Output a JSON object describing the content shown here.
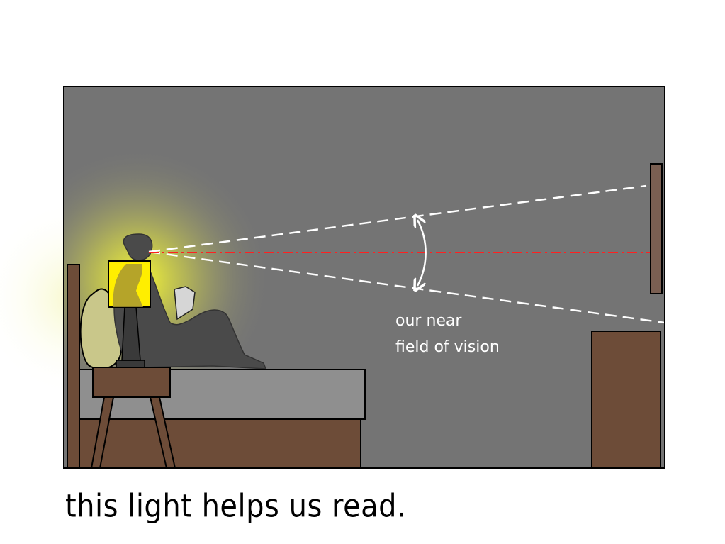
{
  "annotation": {
    "line1": "our near",
    "line2": "field of vision"
  },
  "caption": "this light helps us read.",
  "colors": {
    "room_wall": "#747474",
    "wood": "#6d4c38",
    "mattress": "#8f8f8f",
    "lampshade": "#ffee00",
    "silhouette": "#4a4a4a",
    "sightline": "#ff2020",
    "vision_cone": "#ffffff"
  }
}
